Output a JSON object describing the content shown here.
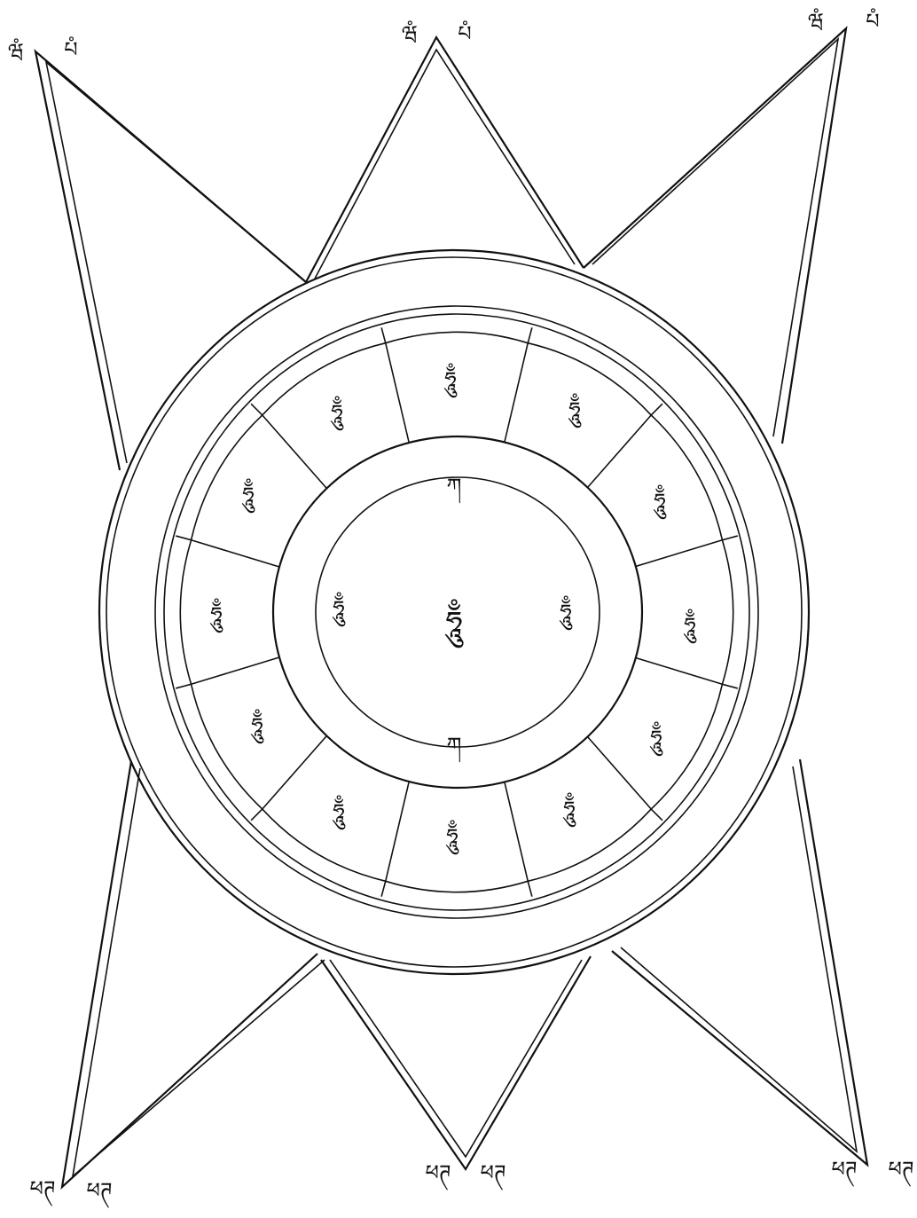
{
  "diagram": {
    "center_label": "ཧཱུྃ",
    "inner_ring_labels": [
      "ཀ",
      "ཧཱུྃ",
      "ཀ",
      "ཧཱུྃ"
    ],
    "petal_labels": [
      "ཧཱུྃ",
      "ཧཱུྃ",
      "ཧཱུྃ",
      "ཧཱུྃ",
      "ཧཱུྃ",
      "ཧཱུྃ",
      "ཧཱུྃ",
      "ཧཱུྃ",
      "ཧཱུྃ",
      "ཧཱུྃ",
      "ཧཱུྃ",
      "ཧཱུྃ"
    ],
    "tip_labels_top": [
      "ཝཾ",
      "པཾ",
      "ཝཾ",
      "པཾ",
      "ཝཾ",
      "པཾ"
    ],
    "tip_labels_bottom": [
      "ཕཊ",
      "ཕཊ",
      "ཕཊ",
      "ཕཊ",
      "ཕཊ",
      "ཕཊ"
    ],
    "line_color": "#111111",
    "background_color": "#ffffff"
  }
}
